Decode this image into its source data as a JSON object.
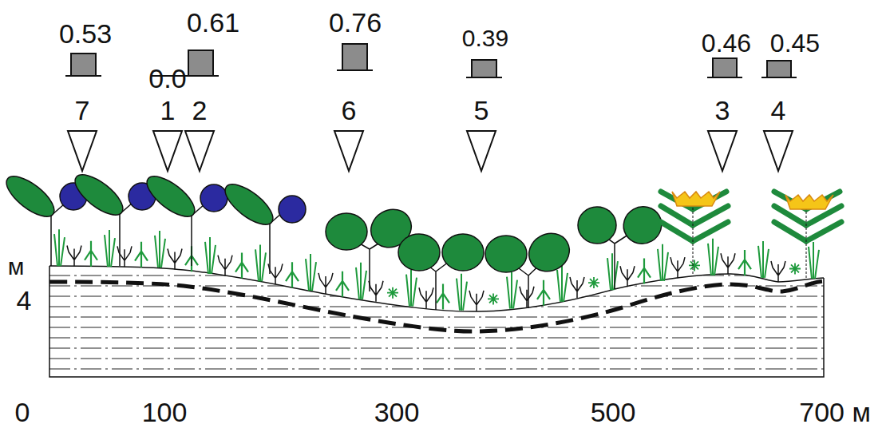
{
  "diagram": {
    "labels": [
      "0.53",
      "0.0",
      "0.61",
      "0.76",
      "0.39",
      "0.46",
      "0.45",
      "7",
      "1",
      "2",
      "6",
      "5",
      "3",
      "4",
      "м",
      "4",
      "0",
      "100",
      "300",
      "500",
      "700 м"
    ]
  }
}
